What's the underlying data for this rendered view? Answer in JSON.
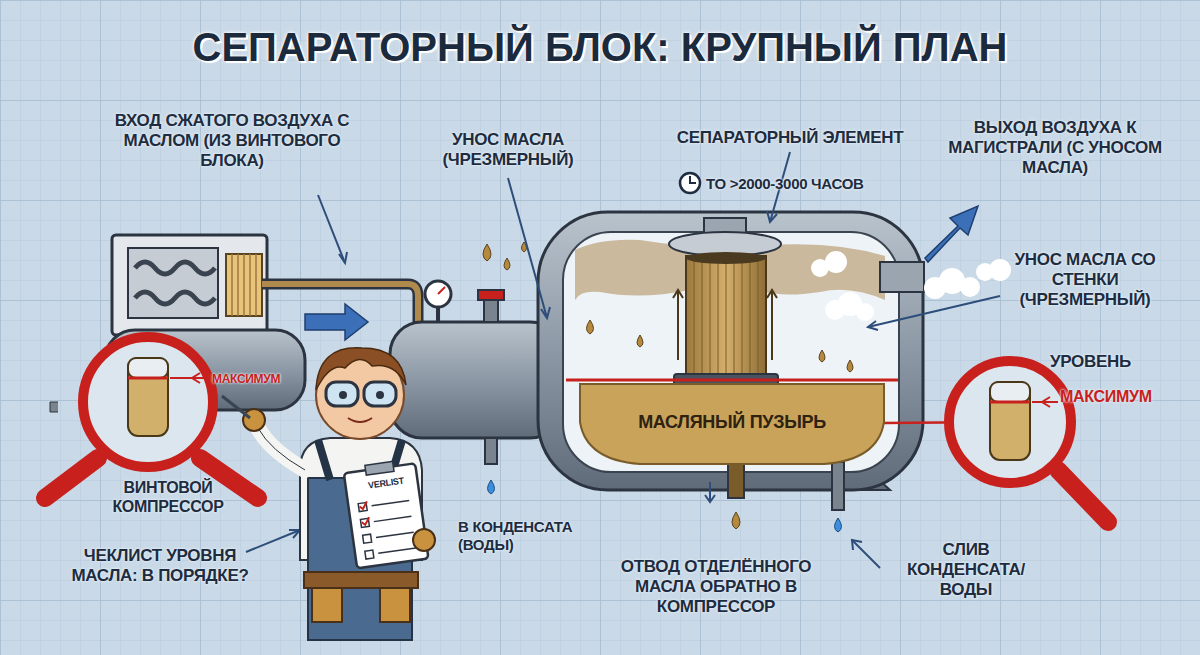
{
  "diagram": {
    "title": "СЕПАРАТОРНЫЙ БЛОК: КРУПНЫЙ ПЛАН",
    "nodes": [
      {
        "text": [
          "МАКСИМУМ"
        ]
      },
      {
        "text": [
          "МАСЛЯНЫЙ ПУЗЫРЬ"
        ]
      },
      {
        "text": [
          "УРОВЕНЬ",
          "МАКСИМУМ"
        ]
      }
    ],
    "edges": [
      {
        "from": 1,
        "to": 2,
        "arrow": "none"
      }
    ],
    "labels": [
      "ВХОД СЖАТОГО ВОЗДУХА С МАСЛОМ (ИЗ ВИНТОВОГО БЛОКА)",
      "УНОС МАСЛА (ЧРЕЗМЕРНЫЙ)",
      "СЕПАРАТОРНЫЙ ЭЛЕМЕНТ",
      "ТО >2000-3000 ЧАСОВ",
      "ВЫХОД ВОЗДУХА К МАГИСТРАЛИ (С УНОСОМ МАСЛА)",
      "УНОС МАСЛА СО СТЕНКИ (ЧРЕЗМЕРНЫЙ)",
      "ВИНТОВОЙ КОМПРЕССОР",
      "ЧЕКЛИСТ УРОВНЯ МАСЛА: В ПОРЯДКЕ?",
      "VERLIST",
      "В КОНДЕНСАТА (ВОДЫ)",
      "ОТВОД ОТДЕЛЁННОГО МАСЛА ОБРАТНО В КОМПРЕССОР",
      "СЛИВ КОНДЕНСАТА/ ВОДЫ"
    ]
  }
}
